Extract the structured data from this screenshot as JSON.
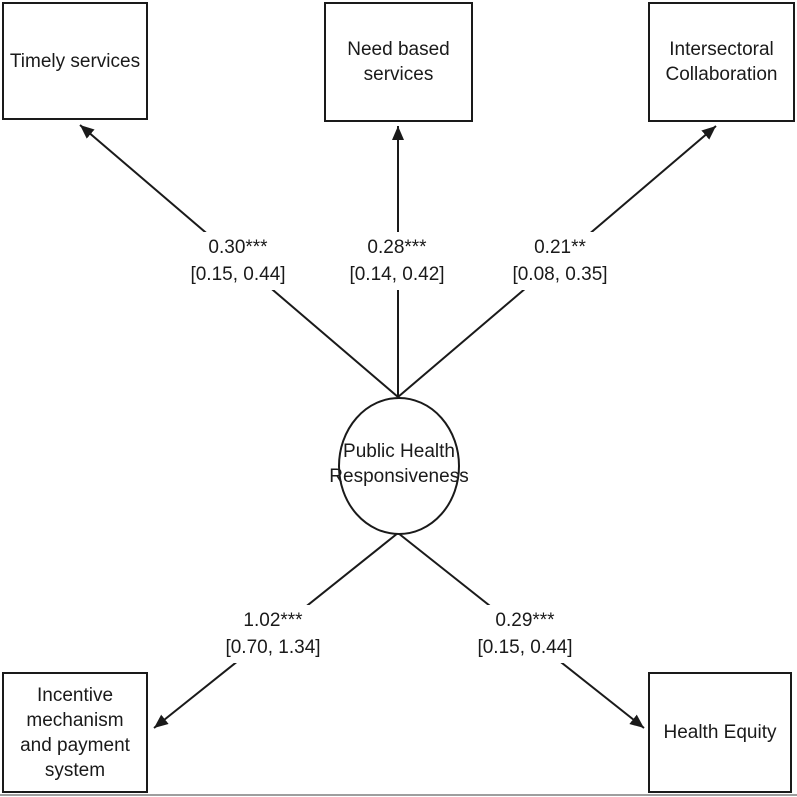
{
  "figure": {
    "center_node": {
      "label": "Public Health\nResponsiveness"
    },
    "nodes": [
      {
        "id": "timely-services",
        "label": "Timely services"
      },
      {
        "id": "need-based-services",
        "label": "Need based\nservices"
      },
      {
        "id": "intersectoral-collaboration",
        "label": "Intersectoral\nCollaboration"
      },
      {
        "id": "incentive-mechanism-and-payment-system",
        "label": "Incentive\nmechanism\nand payment\nsystem"
      },
      {
        "id": "health-equity",
        "label": "Health Equity"
      }
    ],
    "paths": [
      {
        "target": "Timely services",
        "coefficient": "0.30***",
        "ci": "[0.15, 0.44]"
      },
      {
        "target": "Need based services",
        "coefficient": "0.28***",
        "ci": "[0.14, 0.42]"
      },
      {
        "target": "Intersectoral Collaboration",
        "coefficient": "0.21**",
        "ci": "[0.08, 0.35]"
      },
      {
        "target": "Incentive mechanism and payment system",
        "coefficient": "1.02***",
        "ci": "[0.70, 1.34]"
      },
      {
        "target": "Health Equity",
        "coefficient": "0.29***",
        "ci": "[0.15, 0.44]"
      }
    ],
    "colors": {
      "line": "#1a1a1a",
      "background": "#ffffff",
      "bottom_rule": "#9e9e9e"
    }
  }
}
